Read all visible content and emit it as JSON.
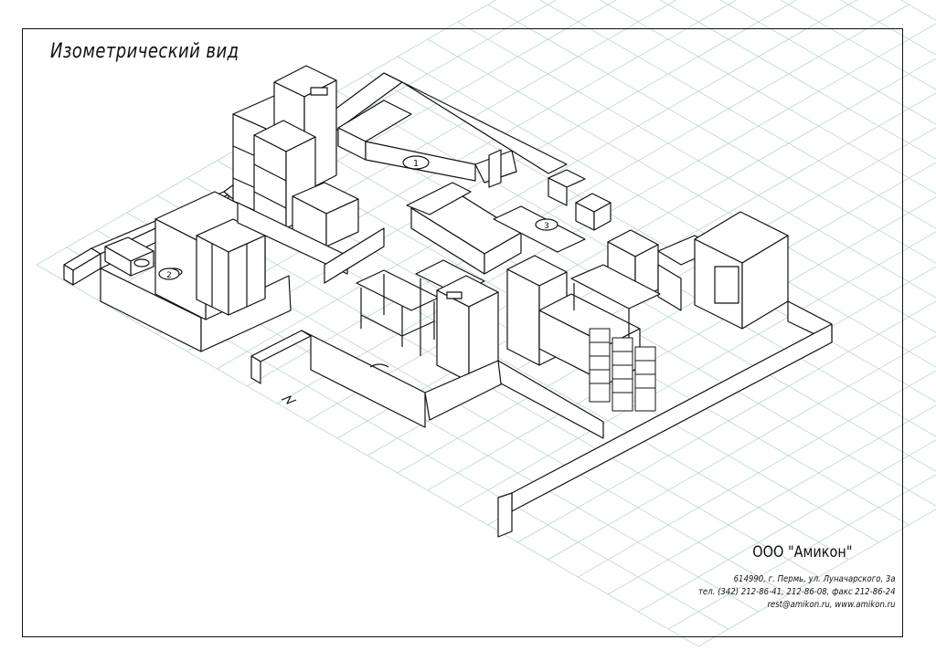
{
  "sheet": {
    "title": "Изометрический вид"
  },
  "company": {
    "name": "ООО \"Амикон\"",
    "address": "614990, г. Пермь, ул. Луначарского, 3а",
    "phones": "тел. (342) 212-86-41, 212-86-08, факс 212-86-24",
    "web": "rest@amikon.ru, www.amikon.ru"
  },
  "markers": [
    {
      "id": "marker-1",
      "label": "1"
    },
    {
      "id": "marker-2",
      "label": "2"
    },
    {
      "id": "marker-3",
      "label": "3"
    }
  ],
  "colors": {
    "line": "#111111",
    "grid": "#b7d6d6",
    "background": "#ffffff"
  }
}
